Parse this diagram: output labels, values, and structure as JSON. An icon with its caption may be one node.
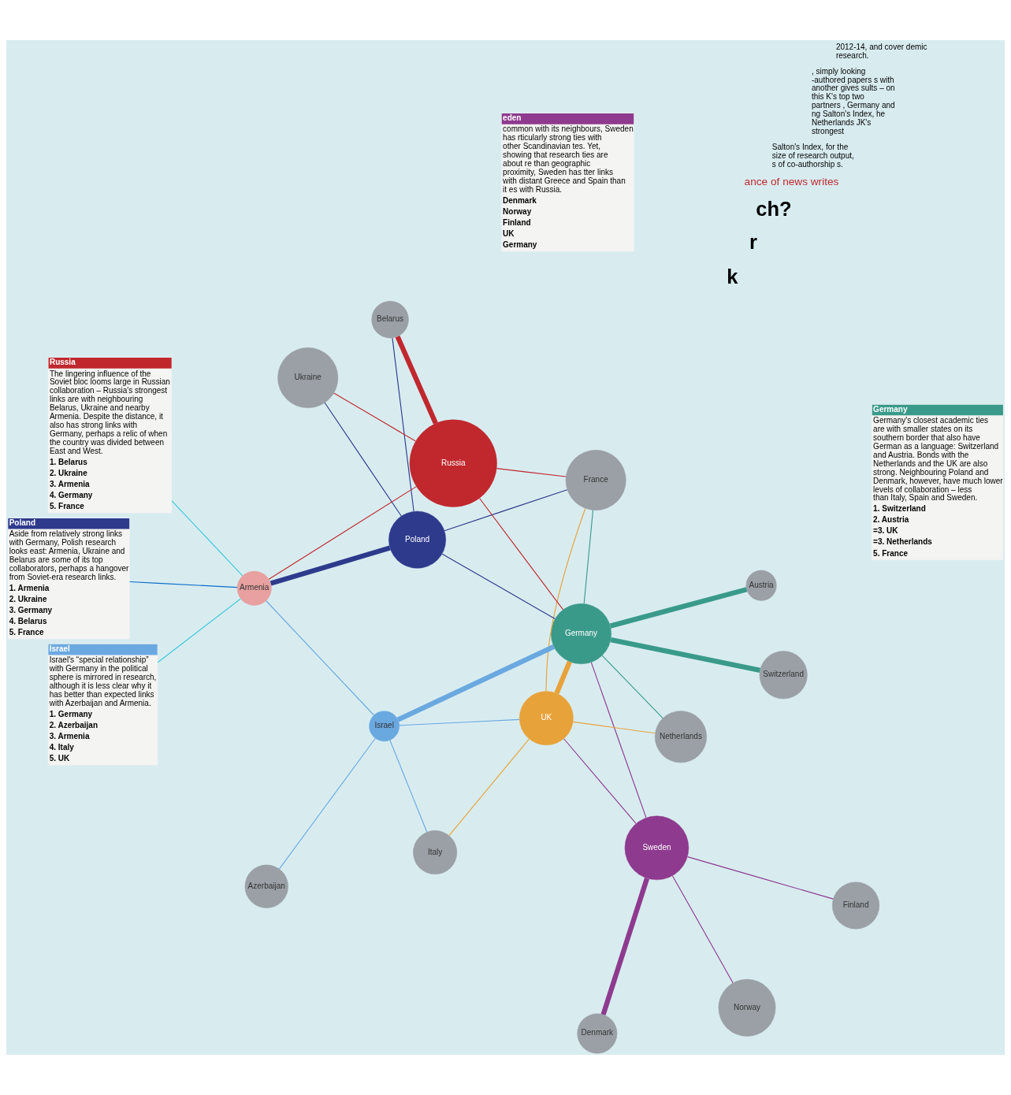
{
  "diagram": {
    "nodes": [
      {
        "text": [
          "Norway"
        ]
      },
      {
        "text": [
          "Finland"
        ]
      },
      {
        "text": [
          "Sweden"
        ]
      },
      {
        "text": [
          "Denmark"
        ]
      },
      {
        "text": [
          "Netherlands"
        ]
      },
      {
        "text": [
          "UK"
        ]
      },
      {
        "text": [
          "Germany"
        ]
      },
      {
        "text": [
          "Poland"
        ]
      },
      {
        "text": [
          "Belarus"
        ]
      },
      {
        "text": [
          "Russia"
        ]
      },
      {
        "text": [
          "Ukraine"
        ]
      },
      {
        "text": [
          "France"
        ]
      },
      {
        "text": [
          "Switzerland"
        ]
      },
      {
        "text": [
          "Austria"
        ]
      },
      {
        "text": [
          "Italy"
        ]
      },
      {
        "text": [
          "Armenia"
        ]
      },
      {
        "text": [
          "Azerbaijan"
        ]
      },
      {
        "text": [
          "Israel"
        ]
      },
      {
        "text": [
          "eden",
          "common with its neighbours, Sweden has rticularly strong ties with other Scandinavian tes. Yet, showing that research ties are about re than geographic proximity, Sweden has tter links with distant Greece and Spain than it es with Russia.",
          "Denmark",
          "Norway",
          "Finland",
          "UK",
          "Germany"
        ]
      },
      {
        "text": [
          "Germany",
          "Germany's closest academic ties are with smaller states on its southern border that also have German as a language: Switzerland and Austria. Bonds with the Netherlands and the UK are also strong. Neighbouring Poland and Denmark, however, have much lower levels of collaboration – less than Italy, Spain and Sweden.",
          "1. Switzerland",
          "2. Austria",
          "=3. UK",
          "=3. Netherlands",
          "5. France"
        ]
      },
      {
        "text": [
          "Poland",
          "Aside from relatively strong links with Germany, Polish research looks east: Armenia, Ukraine and Belarus are some of its top collaborators, perhaps a hangover from Soviet-era research links.",
          "1. Armenia",
          "2. Ukraine",
          "3. Germany",
          "4. Belarus",
          "5. France"
        ]
      },
      {
        "text": [
          "Russia",
          "The lingering influence of the Soviet bloc looms large in Russian collaboration – Russia's strongest links are with neighbouring Belarus, Ukraine and nearby Armenia. Despite the distance, it also has strong links with Germany, perhaps a relic of when the country was divided between East and West.",
          "1. Belarus",
          "2. Ukraine",
          "3. Armenia",
          "4. Germany",
          "5. France"
        ]
      },
      {
        "text": [
          "Israel",
          "Israel's “special relationship” with Germany in the political sphere is mirrored in research, although it is less clear why it has better than expected links with Azerbaijan and Armenia.",
          "1. Germany",
          "2. Azerbaijan",
          "3. Armenia",
          "4. Italy",
          "5. UK"
        ]
      }
    ],
    "edges": [
      {
        "from": 2,
        "to": 0,
        "arrow": "none",
        "color": "#8e3a8e"
      },
      {
        "from": 2,
        "to": 1,
        "arrow": "none",
        "color": "#8e3a8e"
      },
      {
        "from": 2,
        "to": 3,
        "arrow": "none",
        "style": "thick",
        "color": "#8e3a8e"
      },
      {
        "from": 2,
        "to": 5,
        "arrow": "none",
        "color": "#8e3a8e"
      },
      {
        "from": 2,
        "to": 6,
        "arrow": "none",
        "color": "#8e3a8e"
      },
      {
        "from": 5,
        "to": 4,
        "arrow": "none",
        "color": "#e8a23a"
      },
      {
        "from": 5,
        "to": 6,
        "arrow": "none",
        "style": "thick",
        "color": "#e8a23a"
      },
      {
        "from": 5,
        "to": 11,
        "arrow": "none",
        "color": "#e8a23a"
      },
      {
        "from": 5,
        "to": 14,
        "arrow": "none",
        "color": "#e8a23a"
      },
      {
        "from": 6,
        "to": 12,
        "arrow": "none",
        "style": "thick",
        "color": "#3a9a8a"
      },
      {
        "from": 6,
        "to": 13,
        "arrow": "none",
        "style": "thick",
        "color": "#3a9a8a"
      },
      {
        "from": 6,
        "to": 4,
        "arrow": "none",
        "color": "#3a9a8a"
      },
      {
        "from": 6,
        "to": 11,
        "arrow": "none",
        "color": "#3a9a8a"
      },
      {
        "from": 7,
        "to": 6,
        "arrow": "none",
        "color": "#2e3a8c"
      },
      {
        "from": 7,
        "to": 15,
        "arrow": "none",
        "style": "thick",
        "color": "#2e3a8c"
      },
      {
        "from": 7,
        "to": 10,
        "arrow": "none",
        "color": "#2e3a8c"
      },
      {
        "from": 7,
        "to": 8,
        "arrow": "none",
        "color": "#2e3a8c"
      },
      {
        "from": 7,
        "to": 11,
        "arrow": "none",
        "color": "#2e3a8c"
      },
      {
        "from": 9,
        "to": 8,
        "arrow": "none",
        "style": "thick",
        "color": "#c0282e"
      },
      {
        "from": 9,
        "to": 10,
        "arrow": "none",
        "color": "#c0282e"
      },
      {
        "from": 9,
        "to": 15,
        "arrow": "none",
        "color": "#c0282e"
      },
      {
        "from": 9,
        "to": 6,
        "arrow": "none",
        "color": "#c0282e"
      },
      {
        "from": 9,
        "to": 11,
        "arrow": "none",
        "color": "#c0282e"
      },
      {
        "from": 17,
        "to": 6,
        "arrow": "none",
        "style": "thick",
        "color": "#6aa8e0"
      },
      {
        "from": 17,
        "to": 5,
        "arrow": "none",
        "color": "#6aa8e0"
      },
      {
        "from": 17,
        "to": 14,
        "arrow": "none",
        "color": "#6aa8e0"
      },
      {
        "from": 17,
        "to": 15,
        "arrow": "none",
        "color": "#6aa8e0"
      },
      {
        "from": 17,
        "to": 16,
        "arrow": "none",
        "color": "#6aa8e0"
      },
      {
        "from": 20,
        "to": 15,
        "arrow": "none",
        "color": "#0a6cc8"
      },
      {
        "from": 21,
        "to": 15,
        "arrow": "none",
        "color": "#3ac8d8"
      },
      {
        "from": 22,
        "to": 15,
        "arrow": "none",
        "color": "#3ac8d8"
      }
    ],
    "labels": [
      "k",
      "r",
      "ch?",
      "ance of news writes",
      "Salton's Index, for the size of research output, s of co-authorship s.",
      ", simply looking -authored papers s with another gives sults – on this K's top two partners , Germany and ng Salton's Index, he Netherlands JK's strongest",
      "2012-14, and cover demic research."
    ]
  }
}
